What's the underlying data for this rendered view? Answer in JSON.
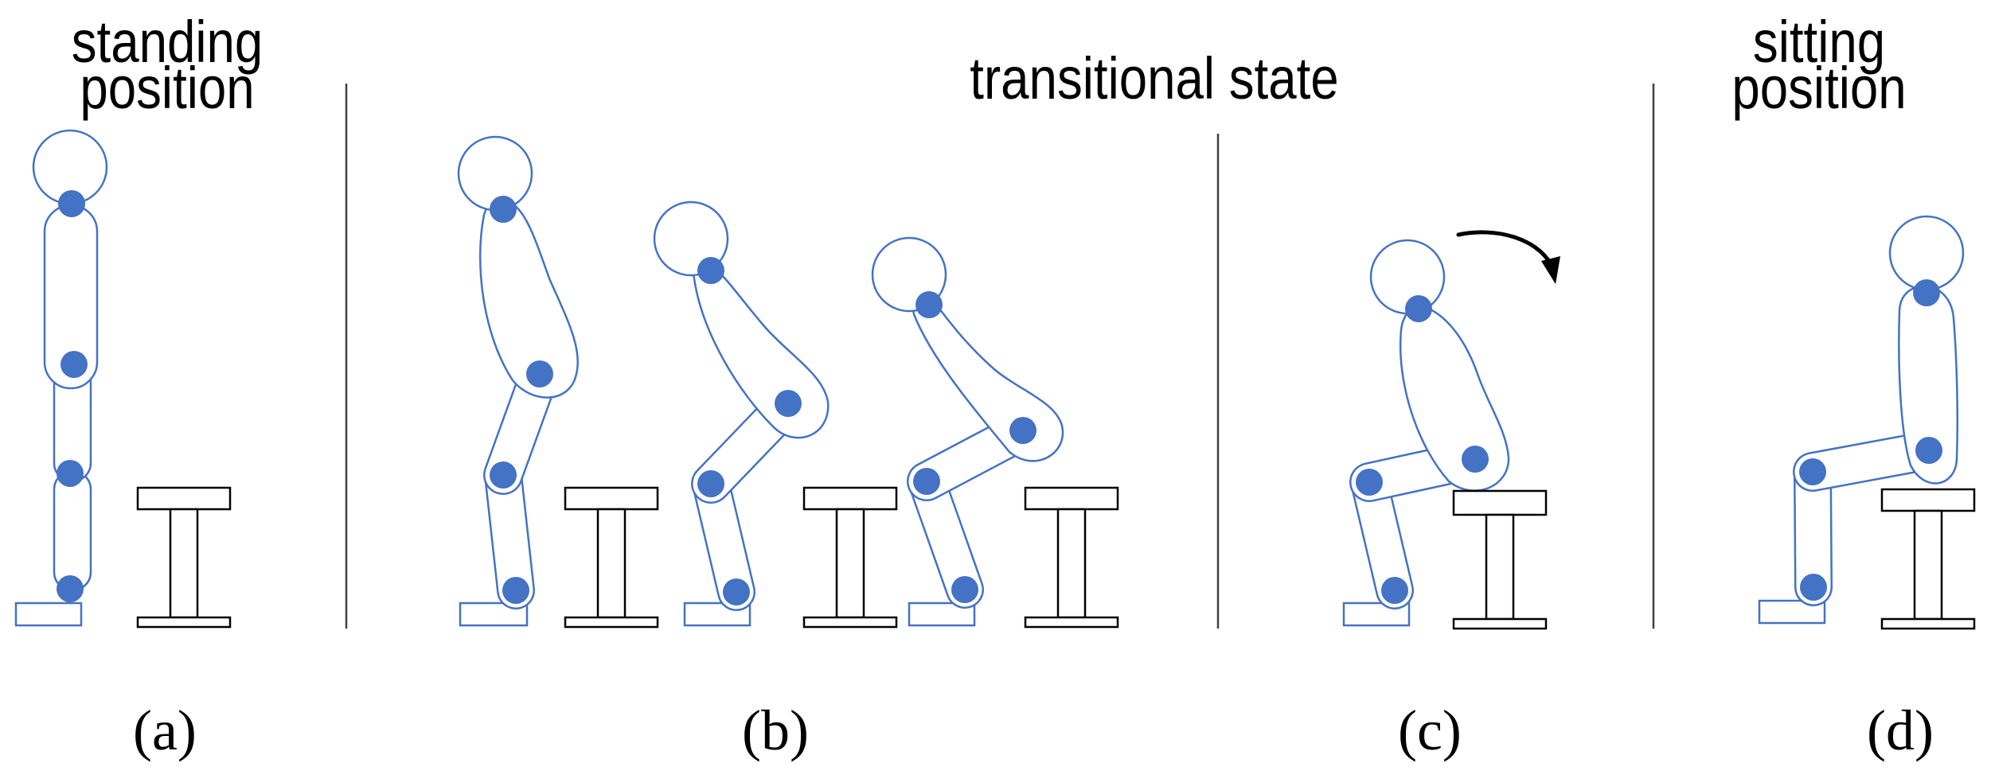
{
  "headings": {
    "standing_line1": "standing",
    "standing_line2": "position",
    "transitional": "transitional state",
    "sitting_line1": "sitting",
    "sitting_line2": "position"
  },
  "panel_labels": {
    "a": "(a)",
    "b": "(b)",
    "c": "(c)",
    "d": "(d)"
  },
  "colors": {
    "body_outline": "#4472c4",
    "joint": "#4472c4",
    "stool": "#000000",
    "divider": "#404040"
  }
}
